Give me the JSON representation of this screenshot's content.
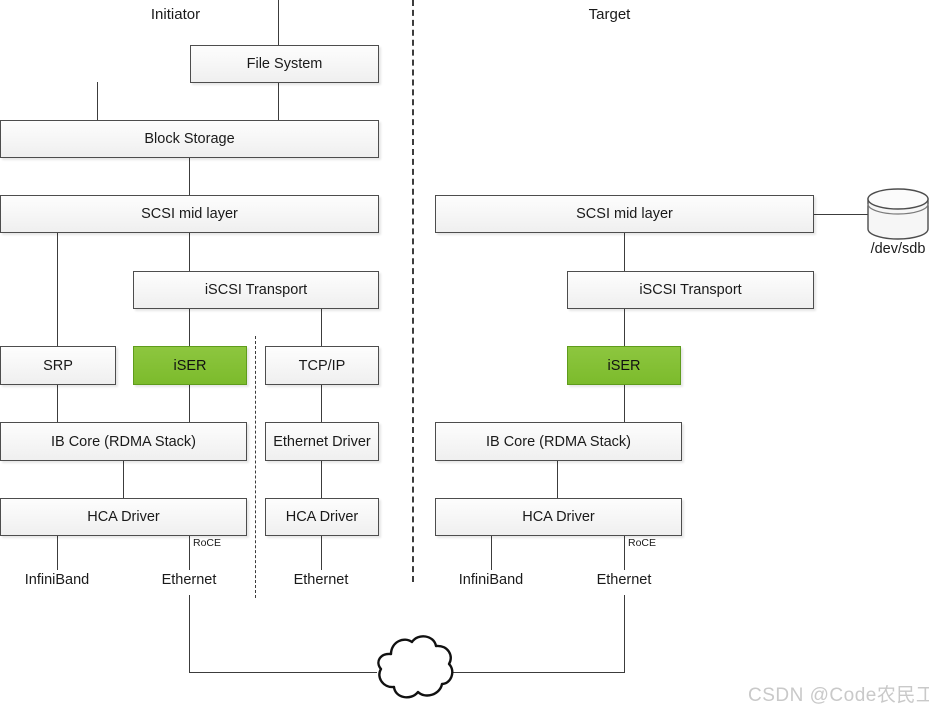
{
  "diagram": {
    "title_initiator": "Initiator",
    "title_target": "Target",
    "watermark": "CSDN @Code农民工",
    "accent_green": "#7cbb2c",
    "line_color": "#3c3c3c",
    "box_fill": "#f5f5f5"
  },
  "initiator": {
    "nodes": [
      {
        "label": "File System"
      },
      {
        "label": "Block Storage"
      },
      {
        "label": "SCSI mid layer"
      },
      {
        "label": "iSCSI Transport"
      },
      {
        "label": "SRP"
      },
      {
        "label": "iSER"
      },
      {
        "label": "TCP/IP"
      },
      {
        "label": "IB Core (RDMA Stack)"
      },
      {
        "label": "Ethernet Driver"
      },
      {
        "label": "HCA Driver"
      },
      {
        "label": "HCA Driver"
      }
    ],
    "wire_labels": [
      {
        "label": "InfiniBand"
      },
      {
        "label": "Ethernet"
      },
      {
        "label": "Ethernet"
      }
    ],
    "roce_label": "RoCE"
  },
  "target": {
    "nodes": [
      {
        "label": "SCSI mid layer"
      },
      {
        "label": "iSCSI Transport"
      },
      {
        "label": "iSER"
      },
      {
        "label": "IB Core (RDMA Stack)"
      },
      {
        "label": "HCA Driver"
      }
    ],
    "wire_labels": [
      {
        "label": "InfiniBand"
      },
      {
        "label": "Ethernet"
      }
    ],
    "roce_label": "RoCE",
    "disk_label": "/dev/sdb"
  }
}
